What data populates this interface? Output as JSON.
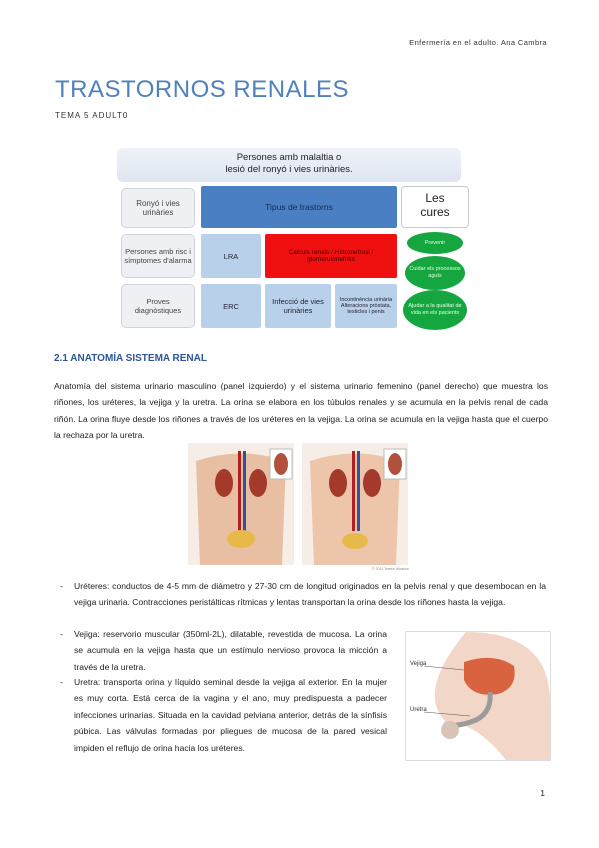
{
  "header_note": "Enfermería en el adulto. Ana Cambra",
  "title": "TRASTORNOS RENALES",
  "subtitle": "TEMA 5 ADULT0",
  "diagram": {
    "heading_line1": "Persones amb malaltia o",
    "heading_line2": "lesió del ronyó i vies urinàries.",
    "left_rows": [
      "Ronyó i vies urinàries",
      "Persones amb risc i símptomes d'alarma",
      "Proves diagnòstiques"
    ],
    "tipus": "Tipus de trastorns",
    "lra": "LRA",
    "erc": "ERC",
    "red_text": "Calculs renals / Hidronefrosi / glomerulonefritis",
    "infeccio": "Infecció de vies urinàries",
    "small_box": "Incontinència urinària Alteracions pròstata, testicles i penis",
    "cures_line1": "Les",
    "cures_line2": "cures",
    "green_items": [
      "Prevenir",
      "Cuidar els processos aguts",
      "Ajudar a la qualitat de vida en els pacients"
    ]
  },
  "section_heading": "2.1 ANATOMÍA SISTEMA RENAL",
  "intro_text": "Anatomía del sistema urinario masculino (panel izquierdo) y el sistema urinario femenino (panel derecho) que muestra los riñones, los uréteres, la vejiga y la uretra. La orina se elabora en los túbulos renales y se acumula en la pelvis renal de cada riñón. La orina fluye desde los riñones a través de los uréteres en la vejiga. La orina se acumula en la vejiga hasta que el cuerpo la rechaza por la uretra.",
  "photo_credit": "© 2012 Terese Winslow",
  "bullets": [
    "Uréteres: conductos de 4-5 mm de diámetro y 27-30 cm de longitud originados en la pelvis renal y que desembocan en la vejiga urinaria. Contracciones peristálticas rítmicas y lentas transportan la orina desde los riñones hasta la vejiga.",
    "Vejiga: reservorio muscular (350ml-2L), dilatable, revestida de mucosa. La orina se acumula en la vejiga hasta que un estímulo nervioso provoca la micción a través de la uretra.",
    "Uretra: transporta orina y líquido seminal desde la vejiga al exterior. En la mujer es muy corta. Está cerca de la vagina y el ano, muy predispuesta a padecer infecciones urinarias. Situada en la cavidad pelviana anterior, detrás de la sínfisis púbica. Las válvulas formadas por pliegues de mucosa de la pared vesical impiden el reflujo de orina hacia los uréteres."
  ],
  "side_figure": {
    "label_vejiga": "Vejiga",
    "label_uretra": "Uretra"
  },
  "page_number": "1"
}
